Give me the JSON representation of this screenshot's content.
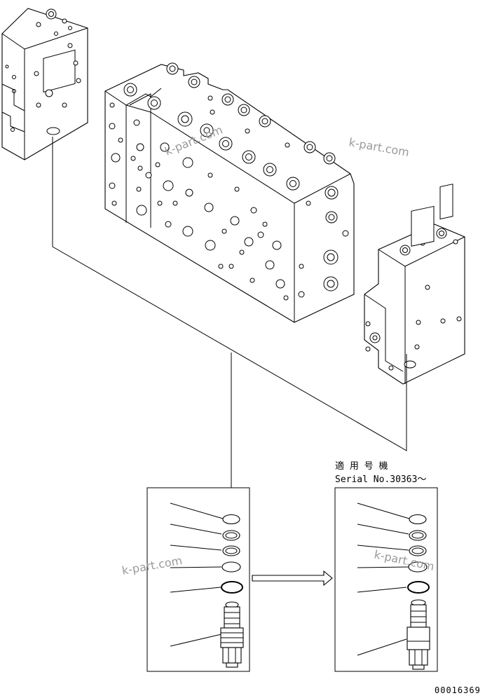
{
  "applicable_label": "適 用 号 機",
  "serial_label": "Serial No.30363～",
  "drawing_number": "00016369",
  "watermark": "k-part.com"
}
